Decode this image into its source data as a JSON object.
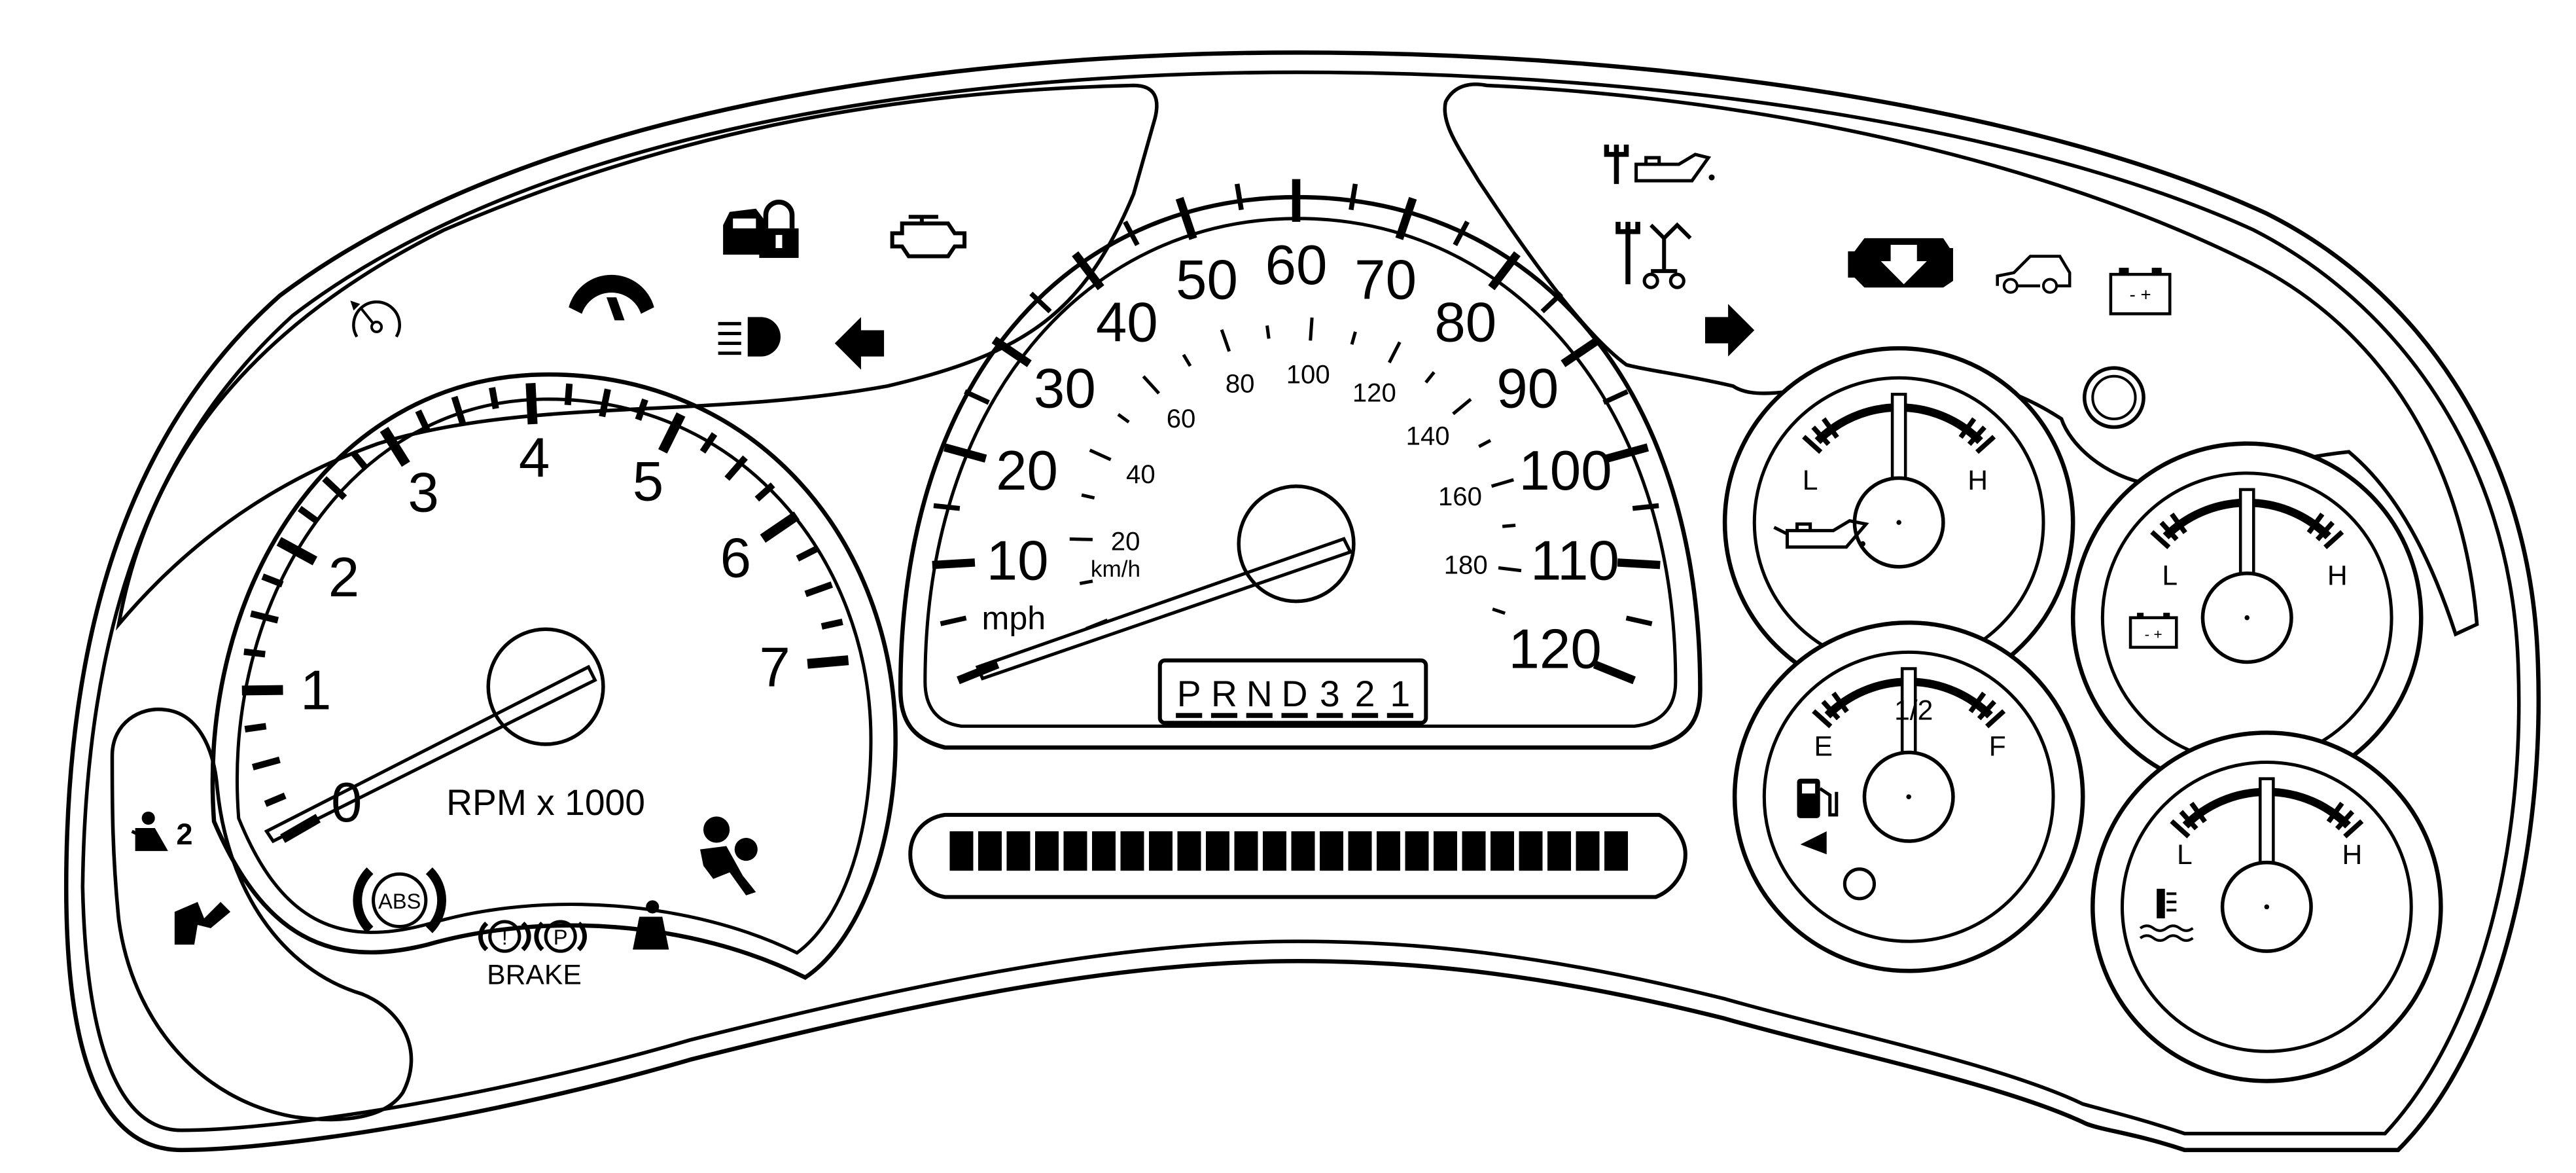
{
  "tachometer": {
    "numbers": [
      "0",
      "1",
      "2",
      "3",
      "4",
      "5",
      "6",
      "7"
    ],
    "caption": "RPM x 1000",
    "needle_value": 0
  },
  "speedometer": {
    "mph_numbers": [
      "10",
      "20",
      "30",
      "40",
      "50",
      "60",
      "70",
      "80",
      "90",
      "100",
      "110",
      "120"
    ],
    "kmh_numbers": [
      "20",
      "40",
      "60",
      "80",
      "100",
      "120",
      "140",
      "160",
      "180"
    ],
    "mph_label": "mph",
    "kmh_label": "km/h",
    "needle_value": 0
  },
  "gear_indicator": {
    "letters": [
      "P",
      "R",
      "N",
      "D",
      "3",
      "2",
      "1"
    ]
  },
  "odometer_display": {
    "segments": 24
  },
  "oil_gauge": {
    "low": "L",
    "high": "H",
    "icon": "oil-can-icon"
  },
  "voltage_gauge": {
    "low": "L",
    "high": "H",
    "icon": "battery-icon"
  },
  "fuel_gauge": {
    "empty": "E",
    "half": "1/2",
    "full": "F",
    "icon": "fuel-pump-icon"
  },
  "temp_gauge": {
    "low": "L",
    "high": "H",
    "icon": "coolant-temp-icon"
  },
  "warning_lights": {
    "abs": "ABS",
    "brake": "BRAKE",
    "brake_symbol_a": "!",
    "brake_symbol_b": "P",
    "passenger_airbag_seat": "2",
    "battery_minus": "- +",
    "icons": [
      "cruise-icon",
      "traction-icon",
      "security-icon",
      "check-engine-icon",
      "headlamp-icon",
      "left-turn-icon",
      "service-oil-icon",
      "service-vehicle-icon",
      "right-turn-icon",
      "engine-hot-icon",
      "awd-vehicle-icon",
      "charging-icon",
      "seatbelt-icon",
      "airbag-icon",
      "passenger-airbag-icon",
      "door-ajar-icon",
      "trip-reset-icon"
    ]
  },
  "colors": {
    "line": "#000000",
    "background": "#ffffff"
  }
}
